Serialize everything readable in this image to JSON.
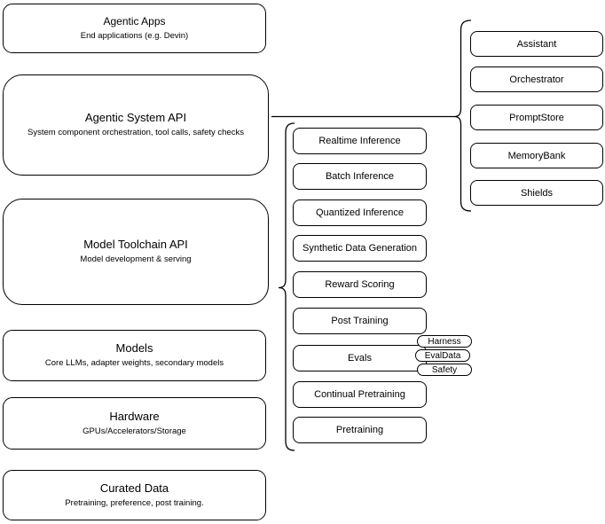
{
  "diagram": {
    "title": "Agentic system stack diagram",
    "colors": {
      "stroke": "#000000",
      "background": "#ffffff",
      "text": "#000000"
    },
    "left_column": {
      "boxes": [
        {
          "title": "Agentic Apps",
          "subtitle": "End applications (e.g. Devin)"
        },
        {
          "title": "Agentic System API",
          "subtitle": "System component orchestration, tool calls, safety checks"
        },
        {
          "title": "Model Toolchain API",
          "subtitle": "Model development & serving"
        },
        {
          "title": "Models",
          "subtitle": "Core LLMs, adapter weights, secondary models"
        },
        {
          "title": "Hardware",
          "subtitle": "GPUs/Accelerators/Storage"
        },
        {
          "title": "Curated Data",
          "subtitle": "Pretraining, preference, post training."
        }
      ]
    },
    "middle_column": {
      "items": [
        "Realtime Inference",
        "Batch Inference",
        "Quantized Inference",
        "Synthetic Data Generation",
        "Reward Scoring",
        "Post Training",
        "Evals",
        "Continual Pretraining",
        "Pretraining"
      ]
    },
    "evals_pills": [
      "Harness",
      "EvalData",
      "Safety"
    ],
    "right_column": {
      "items": [
        "Assistant",
        "Orchestrator",
        "PromptStore",
        "MemoryBank",
        "Shields"
      ]
    }
  }
}
